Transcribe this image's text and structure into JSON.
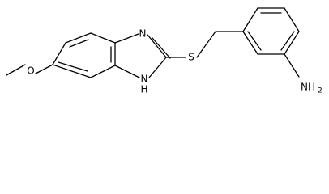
{
  "labels": {
    "n_top": "N",
    "s": "S",
    "nh": "N",
    "h": "H",
    "nh2_n": "NH",
    "nh2_sub": "2"
  }
}
